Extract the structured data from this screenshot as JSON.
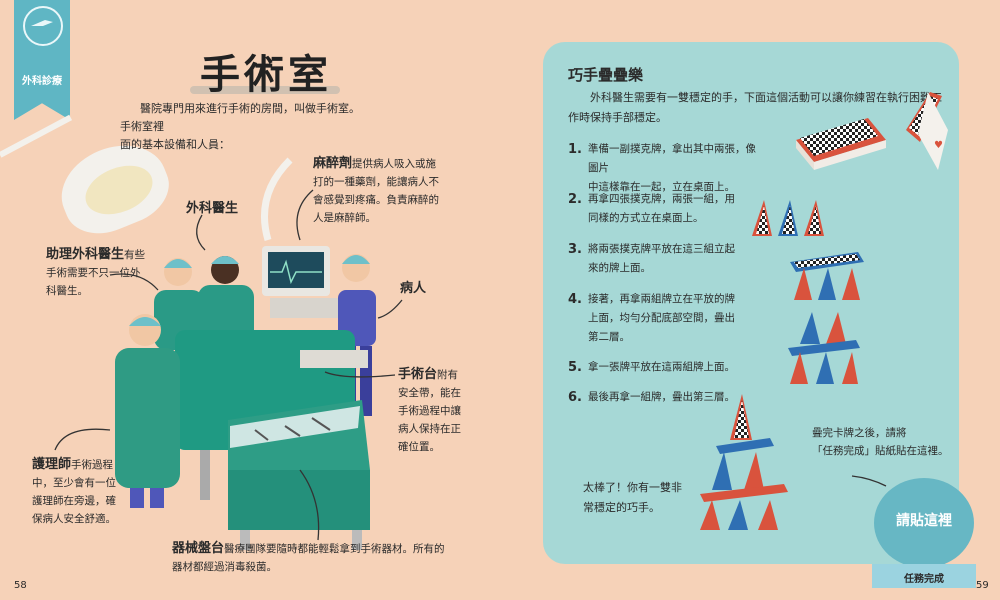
{
  "section": {
    "tab_label": "外科診療"
  },
  "left_page": {
    "title": "手術室",
    "intro_line1": "醫院專門用來進行手術的房間，叫做手術室。手術室裡",
    "intro_line2": "面的基本設備和人員：",
    "annotations": {
      "surgeon": {
        "title": "外科醫生"
      },
      "anesthetic": {
        "title": "麻醉劑",
        "l1": "提供病人吸入或施",
        "l2": "打的一種藥劑，能讓病人不",
        "l3": "會感覺到疼痛。負責麻醉的",
        "l4": "人是麻醉師。"
      },
      "assistant": {
        "title": "助理外科醫生",
        "l1": "有些",
        "l2": "手術需要不只一位外",
        "l3": "科醫生。"
      },
      "patient": {
        "title": "病人"
      },
      "table": {
        "title": "手術台",
        "l1": "附有",
        "l2": "安全帶，能在",
        "l3": "手術過程中讓",
        "l4": "病人保持在正",
        "l5": "確位置。"
      },
      "nurse": {
        "title": "護理師",
        "l1": "手術過程",
        "l2": "中，至少會有一位",
        "l3": "護理師在旁邊，確",
        "l4": "保病人安全舒適。"
      },
      "tray": {
        "title": "器械盤台",
        "l1": "醫療團隊要隨時都能輕鬆拿到手術器材。所有的",
        "l2": "器材都經過消毒殺菌。"
      }
    },
    "page_number": "58"
  },
  "right_page": {
    "game_title": "巧手疊疊樂",
    "game_intro": "外科醫生需要有一雙穩定的手，下面這個活動可以讓你練習在執行困難工作時保持手部穩定。",
    "steps": [
      {
        "num": "1.",
        "l1": "準備一副撲克牌，拿出其中兩張，像圖片",
        "l2": "中這樣靠在一起，立在桌面上。",
        "l3": ""
      },
      {
        "num": "2.",
        "l1": "再拿四張撲克牌，兩張一組，用",
        "l2": "同樣的方式立在桌面上。",
        "l3": ""
      },
      {
        "num": "3.",
        "l1": "將兩張撲克牌平放在這三組立起",
        "l2": "來的牌上面。",
        "l3": ""
      },
      {
        "num": "4.",
        "l1": "接著，再拿兩組牌立在平放的牌",
        "l2": "上面，均勻分配底部空間，疊出",
        "l3": "第二層。"
      },
      {
        "num": "5.",
        "l1": "拿一張牌平放在這兩組牌上面。",
        "l2": "",
        "l3": ""
      },
      {
        "num": "6.",
        "l1": "最後再拿一組牌，疊出第三層。",
        "l2": "",
        "l3": ""
      }
    ],
    "great_l1": "太棒了！你有一雙非",
    "great_l2": "常穩定的巧手。",
    "sticker_note_l1": "疊完卡牌之後，請將",
    "sticker_note_l2": "「任務完成」貼紙貼在這裡。",
    "sticker_label": "請貼這裡",
    "ribbon_label": "任務完成",
    "page_number": "59"
  },
  "colors": {
    "background": "#f6d2b8",
    "panel": "#a6d8d6",
    "accent": "#5fb6c4",
    "scrubs": "#2a9a86",
    "card_red": "#d9533d",
    "card_blue": "#2f6fb3"
  }
}
